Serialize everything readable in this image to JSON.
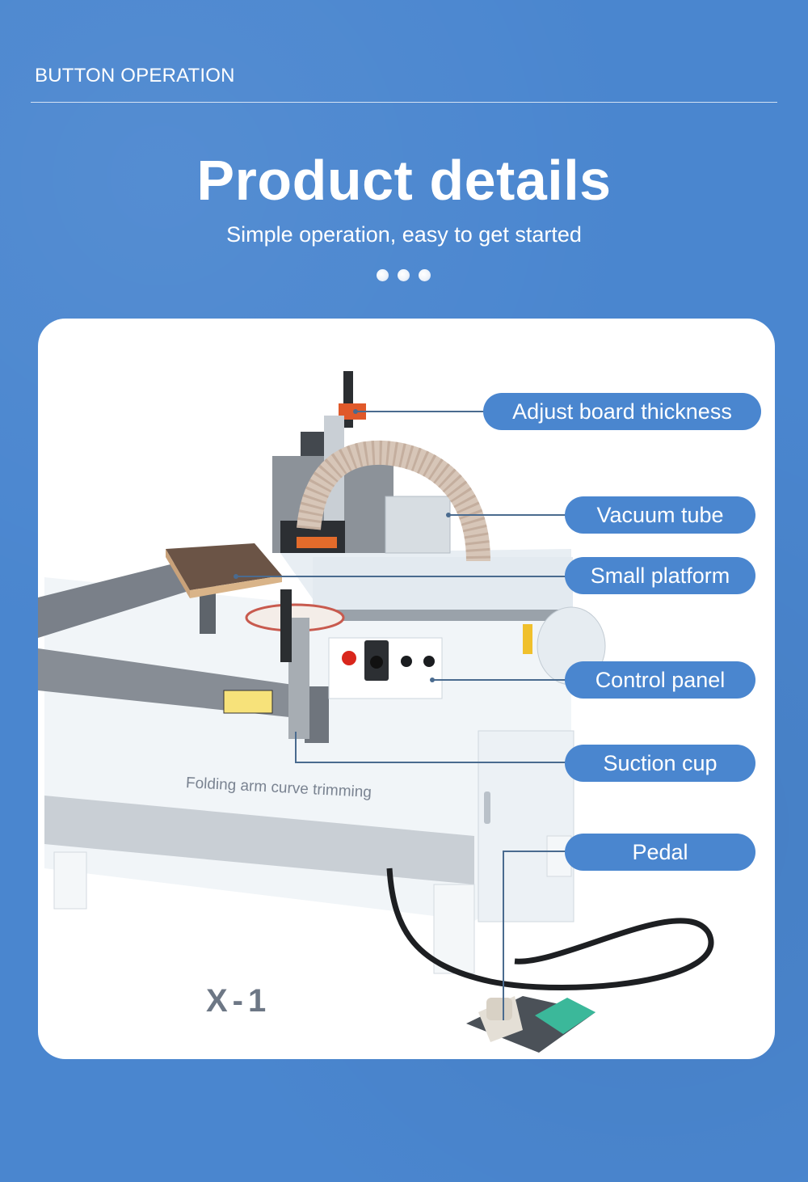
{
  "header": {
    "section_label": "BUTTON OPERATION",
    "title": "Product details",
    "subtitle": "Simple operation, easy to get started"
  },
  "machine": {
    "model_code": "X-1",
    "model_description": "Folding arm curve trimming"
  },
  "callouts": [
    {
      "label": "Adjust board thickness"
    },
    {
      "label": "Vacuum tube"
    },
    {
      "label": "Small platform"
    },
    {
      "label": "Control panel"
    },
    {
      "label": "Suction cup"
    },
    {
      "label": "Pedal"
    }
  ],
  "colors": {
    "background": "#4a86cf",
    "callout_fill": "#4a86cf",
    "card": "#ffffff",
    "leader_line": "#4a6b8f"
  }
}
